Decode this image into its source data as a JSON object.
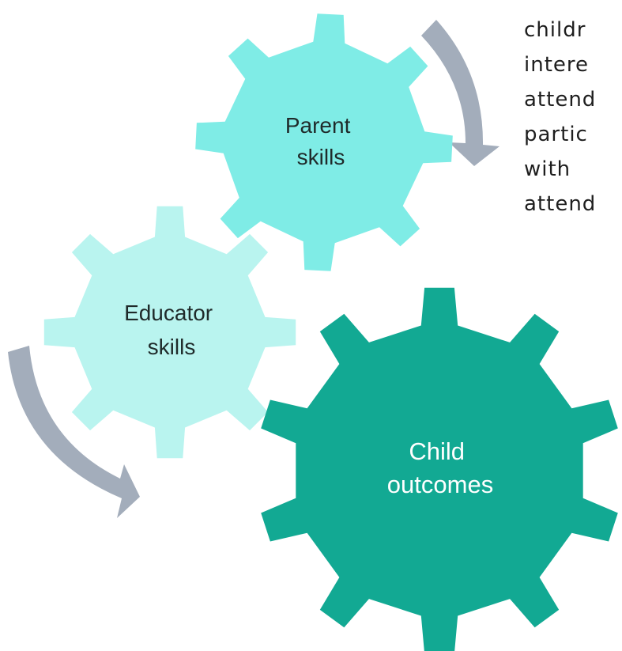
{
  "gears": {
    "parent": {
      "line1": "Parent",
      "line2": "skills",
      "color": "#7fece6"
    },
    "educator": {
      "line1": "Educator",
      "line2": "skills",
      "color": "#b9f4ef"
    },
    "child": {
      "line1": "Child",
      "line2": "outcomes",
      "color": "#12a993"
    }
  },
  "arrow_color": "#a3adbb",
  "side_text": {
    "lines": [
      "childr",
      "intere",
      "attend",
      "partic",
      "with",
      "attend"
    ]
  }
}
